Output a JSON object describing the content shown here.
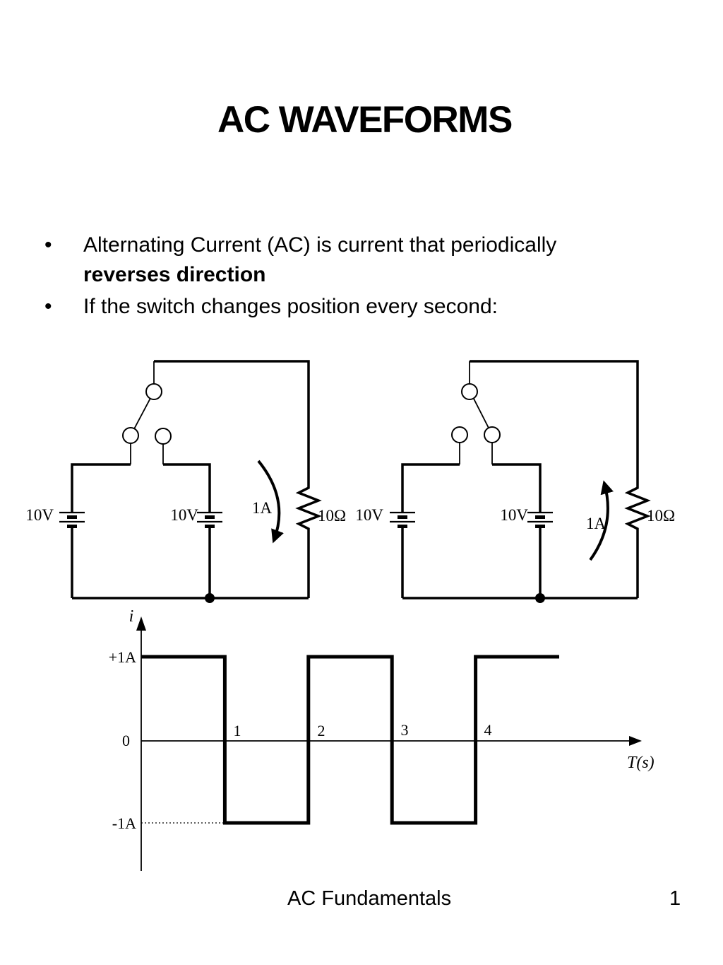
{
  "slide": {
    "title": "AC WAVEFORMS",
    "footer_text": "AC Fundamentals",
    "page_number": "1"
  },
  "bullets": [
    {
      "marker": "•",
      "line1": "Alternating Current (AC) is current that periodically",
      "line2_bold": "reverses direction"
    },
    {
      "marker": "•",
      "line1": "If the switch changes position every second:"
    }
  ],
  "circuits": {
    "left": {
      "battery_left_label": "10V",
      "battery_middle_label": "10V",
      "resistor_label": "10Ω",
      "current_label": "1A",
      "switch_position": "left",
      "current_direction": "clockwise"
    },
    "right": {
      "battery_left_label": "10V",
      "battery_middle_label": "10V",
      "resistor_label": "10Ω",
      "current_label": "1A",
      "switch_position": "right",
      "current_direction": "counterclockwise"
    }
  },
  "chart_data": {
    "type": "line",
    "title": "",
    "ylabel": "i",
    "xlabel": "T(s)",
    "y_tick_labels": [
      "+1A",
      "0",
      "-1A"
    ],
    "x_tick_labels": [
      "1",
      "2",
      "3",
      "4"
    ],
    "xlim": [
      0,
      6
    ],
    "ylim": [
      -1,
      1
    ],
    "grid": false,
    "series": [
      {
        "name": "current",
        "points": [
          [
            0,
            1
          ],
          [
            1,
            1
          ],
          [
            1,
            -1
          ],
          [
            2,
            -1
          ],
          [
            2,
            1
          ],
          [
            3,
            1
          ],
          [
            3,
            -1
          ],
          [
            4,
            -1
          ],
          [
            4,
            1
          ],
          [
            5,
            1
          ]
        ]
      }
    ],
    "annotations": [
      "dotted reference line at -1A level from t=0 to t=1"
    ]
  }
}
